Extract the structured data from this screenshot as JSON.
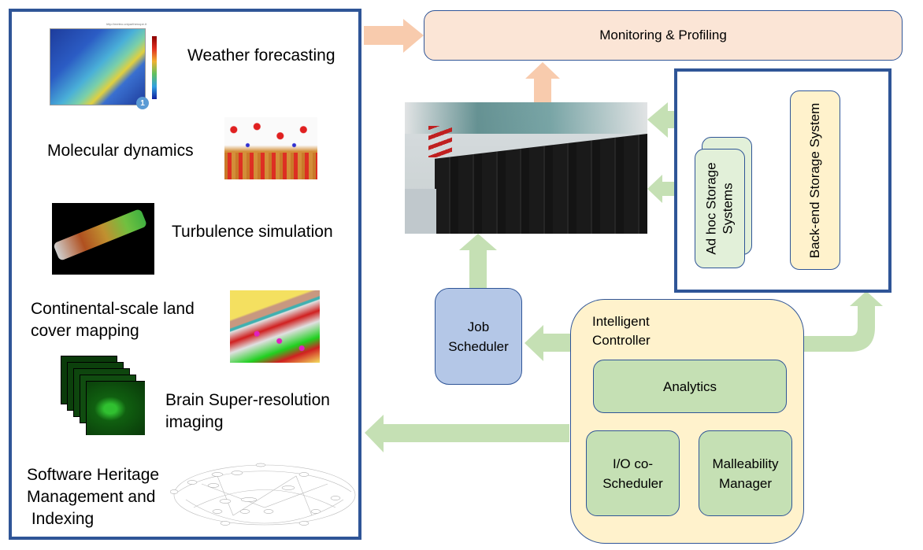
{
  "applications": {
    "items": [
      {
        "id": "weather",
        "label": "Weather forecasting",
        "image": "weather-map-image",
        "image_caption": "http://meteo.uniparthenope.it",
        "badge": "1"
      },
      {
        "id": "molecular",
        "label": "Molecular dynamics",
        "image": "molecule-image"
      },
      {
        "id": "turbulence",
        "label": "Turbulence simulation",
        "image": "turbulence-image"
      },
      {
        "id": "landcover",
        "label": "Continental-scale land cover mapping",
        "label_lines": [
          "Continental-scale land",
          "cover mapping"
        ],
        "image": "land-cover-map-image"
      },
      {
        "id": "brain",
        "label": "Brain Super-resolution imaging",
        "label_lines": [
          "Brain Super-resolution",
          "imaging"
        ],
        "image": "brain-slices-image"
      },
      {
        "id": "software",
        "label": "Software Heritage Management and Indexing",
        "label_lines": [
          "Software Heritage",
          "Management and",
          " Indexing"
        ],
        "image": "dependency-graph-image"
      }
    ]
  },
  "monitoring": {
    "label": "Monitoring & Profiling"
  },
  "cluster": {
    "image": "supercomputer-racks-photo"
  },
  "storage": {
    "adhoc": {
      "line1": "Ad hoc Storage",
      "line2": "Systems"
    },
    "backend": {
      "label": "Back-end Storage System"
    }
  },
  "job_scheduler": {
    "line1": "Job",
    "line2": "Scheduler"
  },
  "controller": {
    "title_line1": "Intelligent",
    "title_line2": "Controller",
    "analytics": "Analytics",
    "io": {
      "line1": "I/O co-",
      "line2": "Scheduler"
    },
    "malleability": {
      "line1": "Malleability",
      "line2": "Manager"
    }
  },
  "colors": {
    "panel_border": "#2f5597",
    "monitor_fill": "#fbe5d6",
    "arrow_orange": "#f8cbad",
    "arrow_green": "#c5e0b4",
    "adhoc_fill": "#e2f0d9",
    "backend_fill": "#fff2cc",
    "job_fill": "#b4c7e7",
    "controller_fill": "#fff2cc",
    "module_fill": "#c5e0b4"
  }
}
